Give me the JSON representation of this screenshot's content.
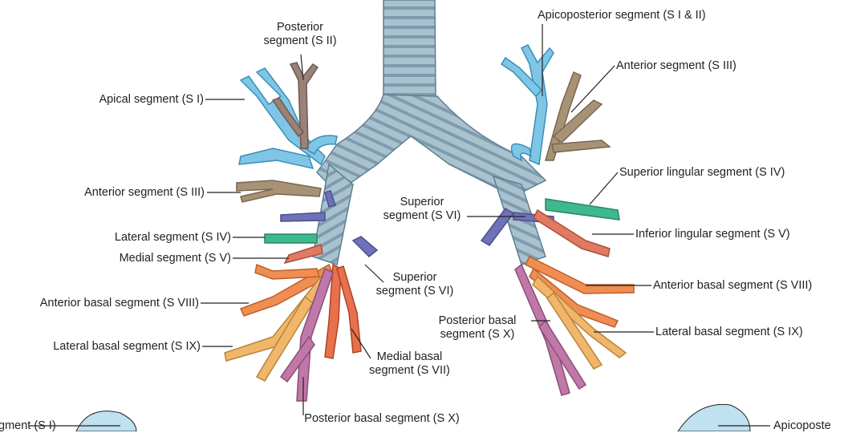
{
  "labels": {
    "posterior_s2": [
      "Posterior",
      "segment (S II)"
    ],
    "apical_s1": "Apical segment (S I)",
    "anterior_s3_left": "Anterior segment (S III)",
    "lateral_s4": "Lateral segment (S IV)",
    "medial_s5": "Medial segment (S V)",
    "anterior_basal_s8_left": "Anterior basal segment (S VIII)",
    "lateral_basal_s9_left": "Lateral basal segment (S IX)",
    "superior_s6_left": [
      "Superior",
      "segment (S VI)"
    ],
    "medial_basal_s7": [
      "Medial basal",
      "segment (S VII)"
    ],
    "posterior_basal_s10_bottom": "Posterior basal segment (S X)",
    "apicoposterior_s1_2": "Apicoposterior segment (S I & II)",
    "anterior_s3_right": "Anterior segment (S III)",
    "superior_lingular_s4": "Superior lingular segment (S IV)",
    "superior_s6_center": [
      "Superior",
      "segment (S VI)"
    ],
    "inferior_lingular_s5": "Inferior lingular segment (S V)",
    "anterior_basal_s8_right": "Anterior basal segment (S VIII)",
    "posterior_basal_s10_right": [
      "Posterior basal",
      "segment (S X)"
    ],
    "lateral_basal_s9_right": "Lateral basal segment (S IX)",
    "bottom_left_cut": "gment (S I)",
    "bottom_right_cut": "Apicoposte"
  },
  "colors": {
    "trachea": "#a9c2cf",
    "trachea_dark": "#6f8ea0",
    "apical": "#7fc6e6",
    "posterior": "#9b8178",
    "anterior": "#a89275",
    "lateral": "#3fb88e",
    "medial": "#e07a62",
    "superior": "#6f72b8",
    "anterior_basal": "#f08d52",
    "lateral_basal": "#f0b76a",
    "medial_basal": "#e9704c",
    "posterior_basal": "#c078a8",
    "lung_outline": "#bfe1f0"
  }
}
